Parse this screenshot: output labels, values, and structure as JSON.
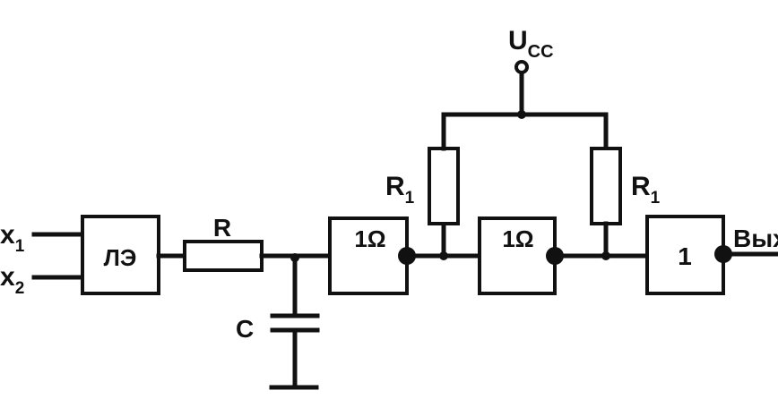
{
  "labels": {
    "x1": "x",
    "x1_sub": "1",
    "x2": "x",
    "x2_sub": "2",
    "logic_element": "ЛЭ",
    "resistor_r": "R",
    "capacitor_c": "C",
    "supply": "U",
    "supply_sub": "CC",
    "resistor_r1_left": "R",
    "resistor_r1_left_sub": "1",
    "resistor_r1_right": "R",
    "resistor_r1_right_sub": "1",
    "gate1": "1Ω",
    "gate2": "1Ω",
    "gate3": "1",
    "output": "Вых"
  }
}
